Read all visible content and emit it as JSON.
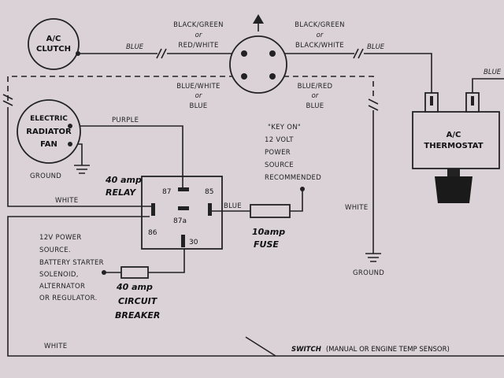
{
  "components": {
    "ac_clutch": {
      "line1": "A/C",
      "line2": "CLUTCH"
    },
    "radiator_fan": {
      "line1": "ELECTRIC",
      "line2": "RADIATOR",
      "line3": "FAN"
    },
    "thermostat": {
      "line1": "A/C",
      "line2": "THERMOSTAT"
    },
    "relay": {
      "line1": "40 amp",
      "line2": "RELAY"
    },
    "fuse": {
      "line1": "10amp",
      "line2": "FUSE"
    },
    "breaker": {
      "line1": "40 amp",
      "line2": "CIRCUIT",
      "line3": "BREAKER"
    }
  },
  "relay_terminals": {
    "t87": "87",
    "t85": "85",
    "t86": "86",
    "t87a": "87a",
    "t30": "30"
  },
  "wire_labels": {
    "blue_clutch": "BLUE",
    "blue_top_right": "BLUE",
    "blue_far_right": "BLUE",
    "top_left_1": "BLACK/GREEN",
    "top_left_or": "or",
    "top_left_2": "RED/WHITE",
    "top_right_1": "BLACK/GREEN",
    "top_right_or": "or",
    "top_right_2": "BLACK/WHITE",
    "mid_left_1": "BLUE/WHITE",
    "mid_left_or": "or",
    "mid_left_2": "BLUE",
    "mid_right_1": "BLUE/RED",
    "mid_right_or": "or",
    "mid_right_2": "BLUE",
    "purple": "PURPLE",
    "white_relay": "WHITE",
    "blue_relay": "BLUE",
    "white_right": "WHITE",
    "white_bottom": "WHITE",
    "ground_left": "GROUND",
    "ground_right": "GROUND"
  },
  "notes": {
    "key_on_1": "\"KEY ON\"",
    "key_on_2": "12 VOLT",
    "key_on_3": "POWER",
    "key_on_4": "SOURCE",
    "key_on_5": "RECOMMENDED",
    "power_1": "12V POWER",
    "power_2": "SOURCE.",
    "power_3": "BATTERY STARTER",
    "power_4": "SOLENOID,",
    "power_5": "ALTERNATOR",
    "power_6": "OR REGULATOR.",
    "switch_bold": "SWITCH",
    "switch_rest": "(MANUAL OR ENGINE TEMP SENSOR)"
  },
  "colors": {
    "background": "#dad2d7",
    "ink": "#222222"
  }
}
